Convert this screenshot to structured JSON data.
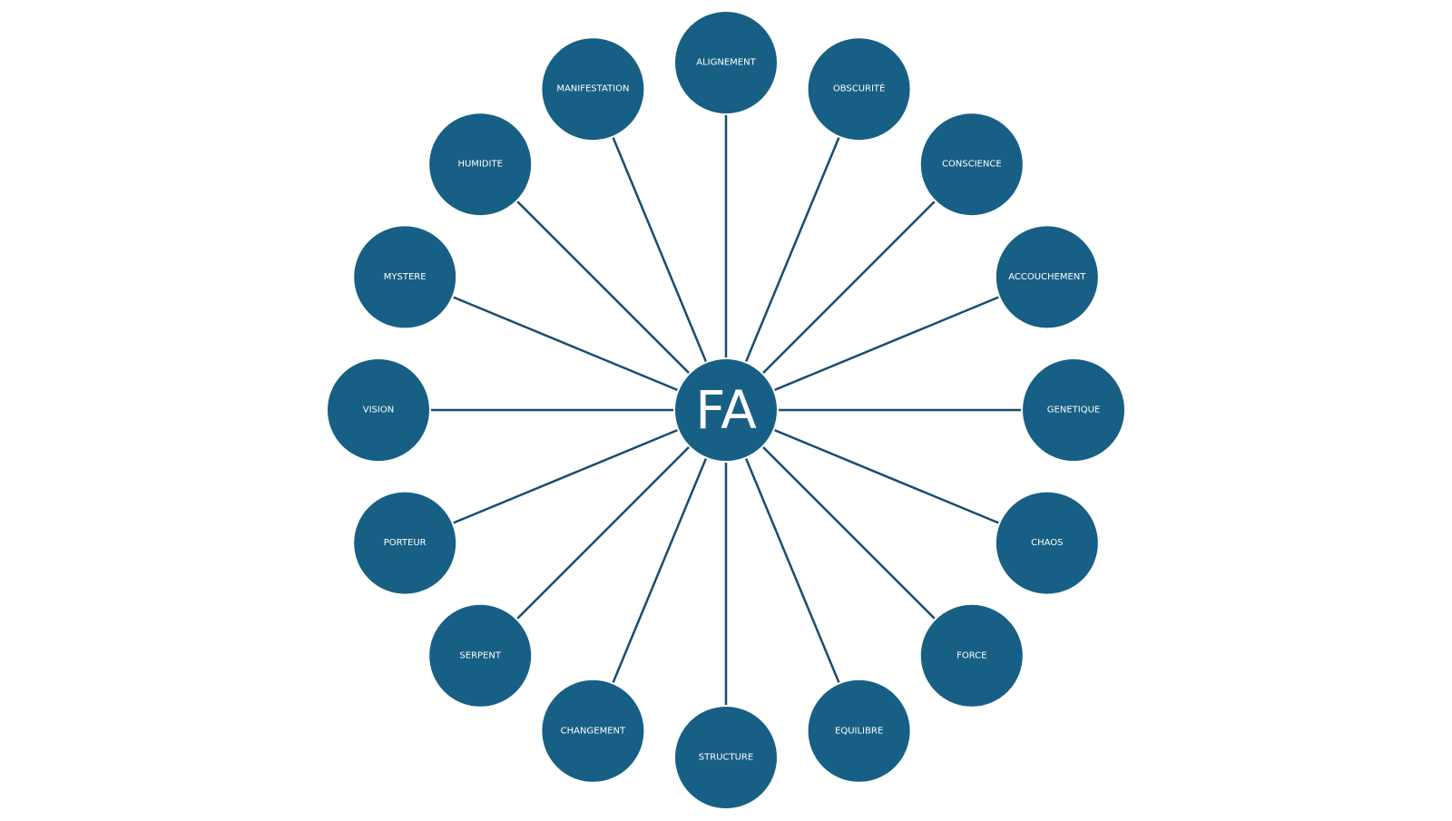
{
  "colors": {
    "node_fill": "#175f84",
    "line": "#1a4c6e",
    "text": "#ffffff",
    "background": "#ffffff"
  },
  "center": {
    "label": "FA"
  },
  "nodes": [
    "ALIGNEMENT",
    "OBSCURITÉ",
    "CONSCIENCE",
    "ACCOUCHEMENT",
    "GENETIQUE",
    "CHAOS",
    "FORCE",
    "EQUILIBRE",
    "STRUCTURE",
    "CHANGEMENT",
    "SERPENT",
    "PORTEUR",
    "VISION",
    "MYSTERE",
    "HUMIDITE",
    "MANIFESTATION"
  ]
}
